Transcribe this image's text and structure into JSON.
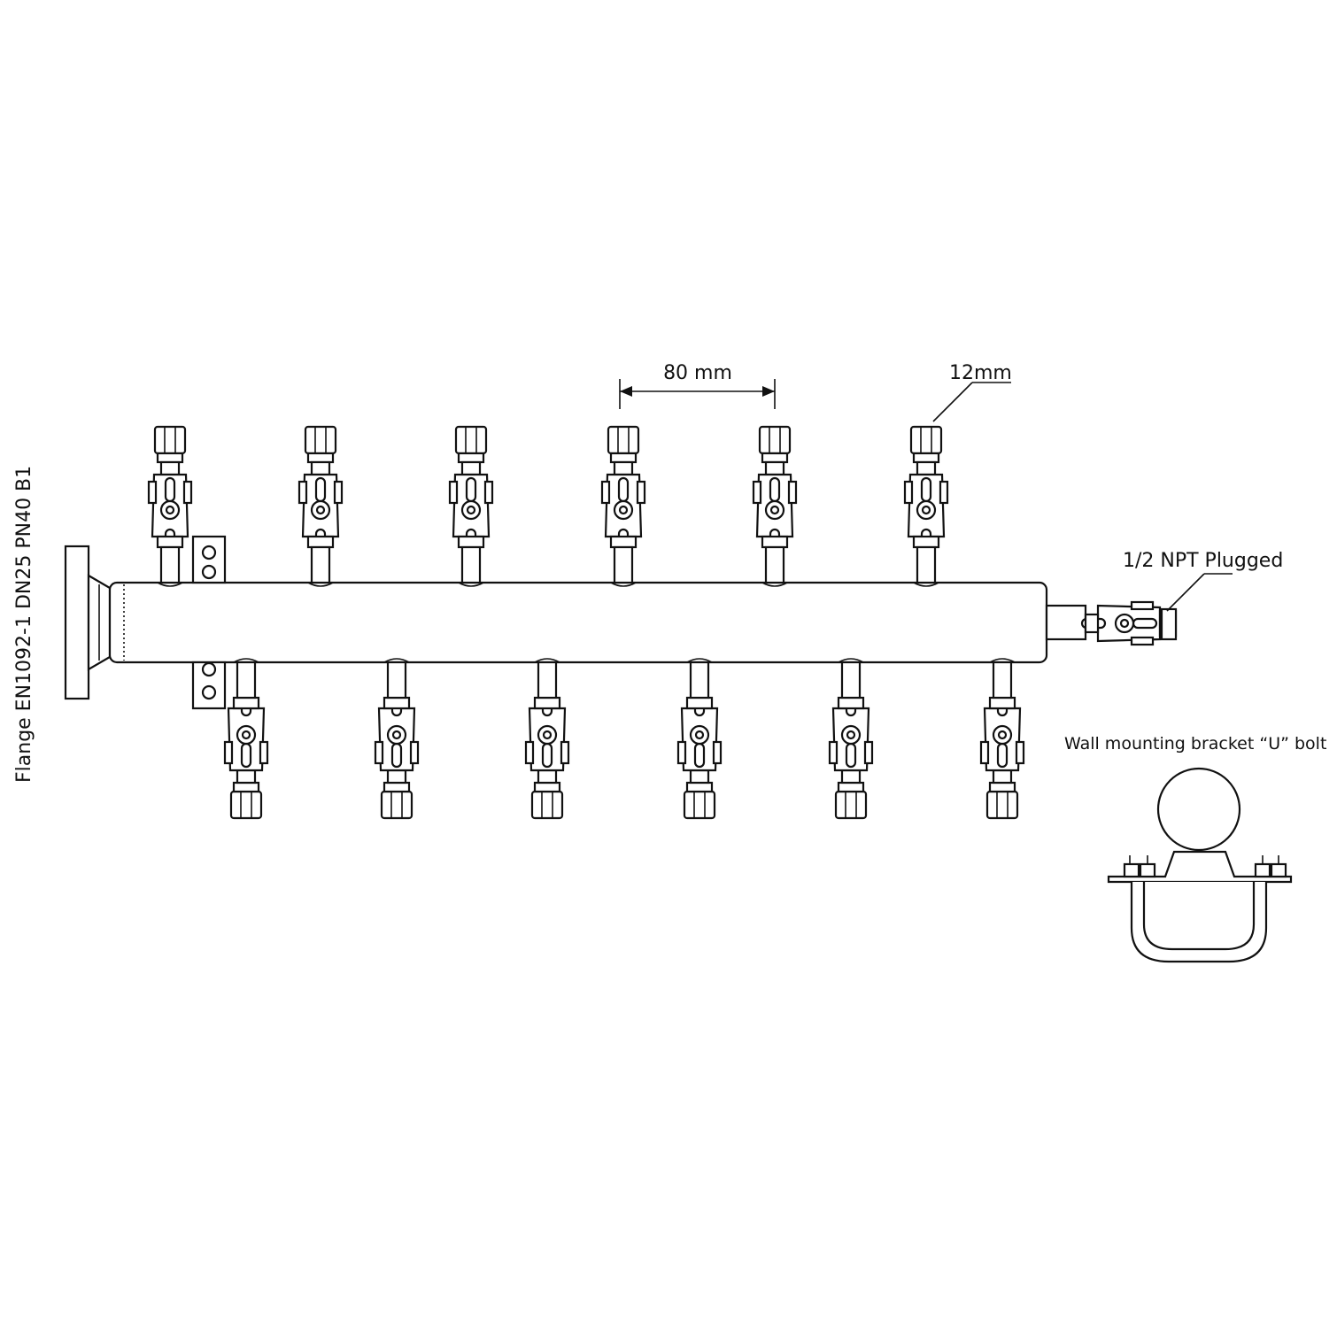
{
  "labels": {
    "flange": "Flange EN1092-1 DN25 PN40 B1",
    "spacing": "80 mm",
    "tube": "12mm",
    "plug": "1/2 NPT Plugged",
    "bracket": "Wall mounting bracket “U” bolt"
  },
  "outlets": {
    "top_count": 6,
    "bottom_count": 6
  },
  "colors": {
    "line": "#111111",
    "background": "#ffffff"
  }
}
